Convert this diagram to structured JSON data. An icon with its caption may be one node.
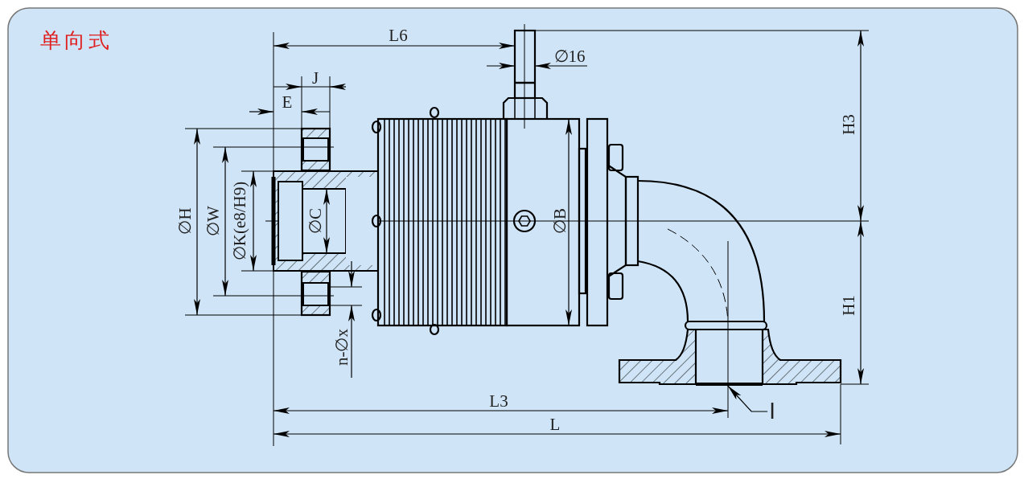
{
  "diagram": {
    "title": "单向式",
    "nodes": [
      {
        "text": [
          "I"
        ]
      },
      {
        "text": [],
        "shape": "bar"
      }
    ],
    "edges": [
      {
        "from": 0,
        "to": 1,
        "arrow": "to"
      }
    ],
    "labels": [
      "L6",
      "∅16",
      "J",
      "E",
      "∅H",
      "∅W",
      "∅K(e8/H9)",
      "∅C",
      "∅B",
      "n-∅x",
      "H3",
      "H1",
      "L3",
      "L"
    ]
  }
}
